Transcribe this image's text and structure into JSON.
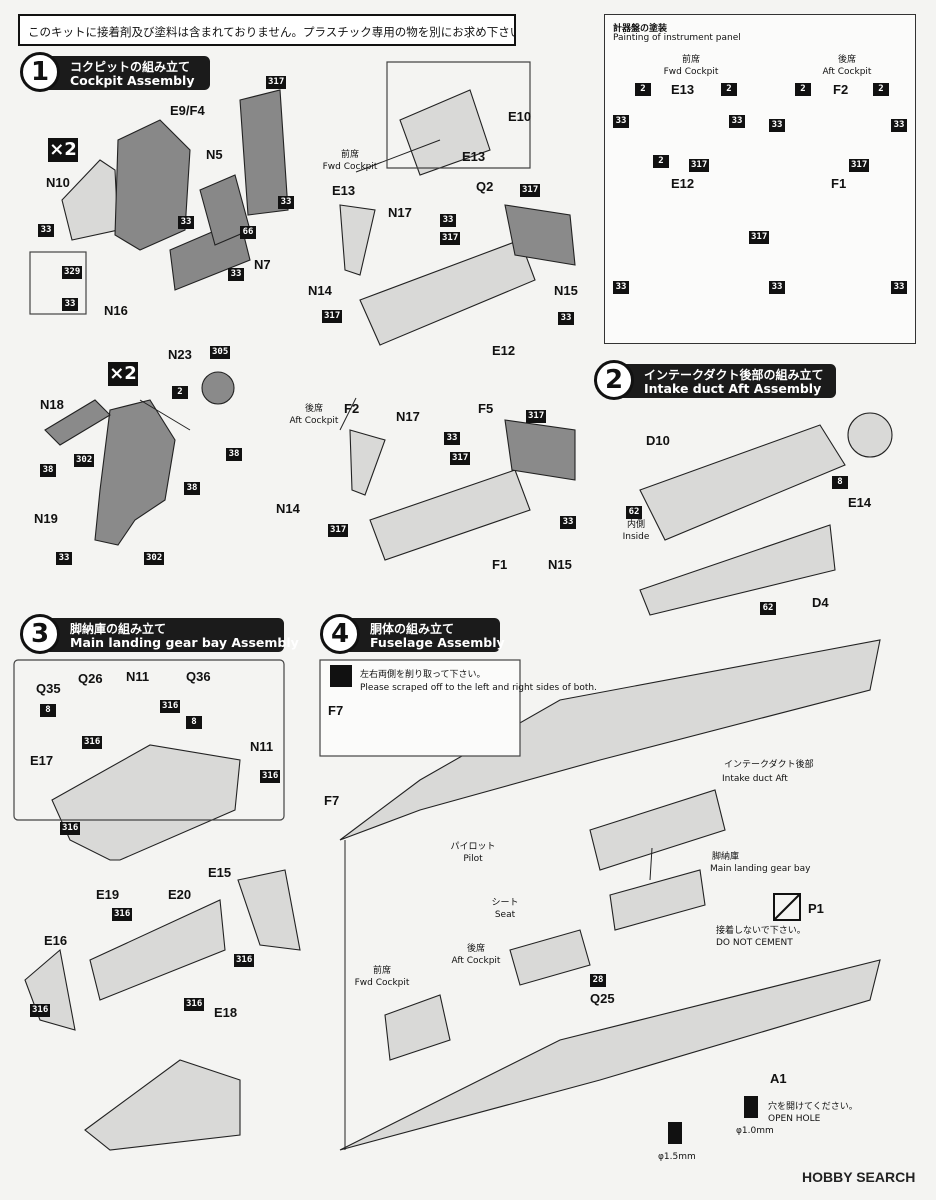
{
  "notice": "このキットに接着剤及び塗料は含まれておりません。プラスチック専用の物を別にお求め下さい。",
  "steps": {
    "s1": {
      "num": "1",
      "jp": "コクピットの組み立て",
      "en": "Cockpit Assembly"
    },
    "s2": {
      "num": "2",
      "jp": "インテークダクト後部の組み立て",
      "en": "Intake duct Aft Assembly"
    },
    "s3": {
      "num": "3",
      "jp": "脚納庫の組み立て",
      "en": "Main landing gear bay Assembly"
    },
    "s4": {
      "num": "4",
      "jp": "胴体の組み立て",
      "en": "Fuselage Assembly"
    }
  },
  "times_two": "×2",
  "panel": {
    "title_jp": "計器盤の塗装",
    "title_en": "Painting of instrument panel",
    "fwd_jp": "前席",
    "fwd_en": "Fwd Cockpit",
    "aft_jp": "後席",
    "aft_en": "Aft Cockpit",
    "e13": "E13",
    "f2": "F2",
    "e12": "E12",
    "f1": "F1"
  },
  "labels": {
    "e9f4": "E9/F4",
    "n5": "N5",
    "n10": "N10",
    "n7": "N7",
    "n16": "N16",
    "n23": "N23",
    "n18": "N18",
    "n19": "N19",
    "e10": "E10",
    "e13": "E13",
    "e13b": "E13",
    "n17a": "N17",
    "q2": "Q2",
    "n14a": "N14",
    "n15a": "N15",
    "e12": "E12",
    "f2": "F2",
    "n17b": "N17",
    "f5": "F5",
    "n14b": "N14",
    "n15b": "N15",
    "f1": "F1",
    "d10": "D10",
    "e14": "E14",
    "d4": "D4",
    "q35": "Q35",
    "q26": "Q26",
    "n11a": "N11",
    "q36": "Q36",
    "n11b": "N11",
    "e17": "E17",
    "e15": "E15",
    "e19": "E19",
    "e20": "E20",
    "e16": "E16",
    "e18": "E18",
    "f7a": "F7",
    "f7b": "F7",
    "p1": "P1",
    "q25": "Q25",
    "a1": "A1"
  },
  "captions": {
    "fwd_jp": "前席",
    "fwd_en": "Fwd Cockpit",
    "aft_jp": "後席",
    "aft_en": "Aft Cockpit",
    "inside_jp": "内側",
    "inside_en": "Inside",
    "scrape_jp": "左右両側を削り取って下さい。",
    "scrape_en": "Please scraped off to the left and right sides of both.",
    "intake_jp": "インテークダクト後部",
    "intake_en": "Intake duct Aft",
    "gearbay_jp": "脚納庫",
    "gearbay_en": "Main landing gear bay",
    "pilot_jp": "パイロット",
    "pilot_en": "Pilot",
    "seat_jp": "シート",
    "seat_en": "Seat",
    "aftc_jp": "後席",
    "aftc_en": "Aft Cockpit",
    "fwdc_jp": "前席",
    "fwdc_en": "Fwd Cockpit",
    "dnc_jp": "接着しないで下さい。",
    "dnc_en": "DO NOT CEMENT",
    "hole_jp": "穴を開けてください。",
    "hole_en": "OPEN HOLE",
    "d10mm": "φ1.0mm",
    "d15mm": "φ1.5mm"
  },
  "paint_codes": [
    "317",
    "33",
    "66",
    "329",
    "305",
    "2",
    "38",
    "302",
    "8",
    "62",
    "316",
    "28"
  ],
  "watermark": "HOBBY SEARCH"
}
